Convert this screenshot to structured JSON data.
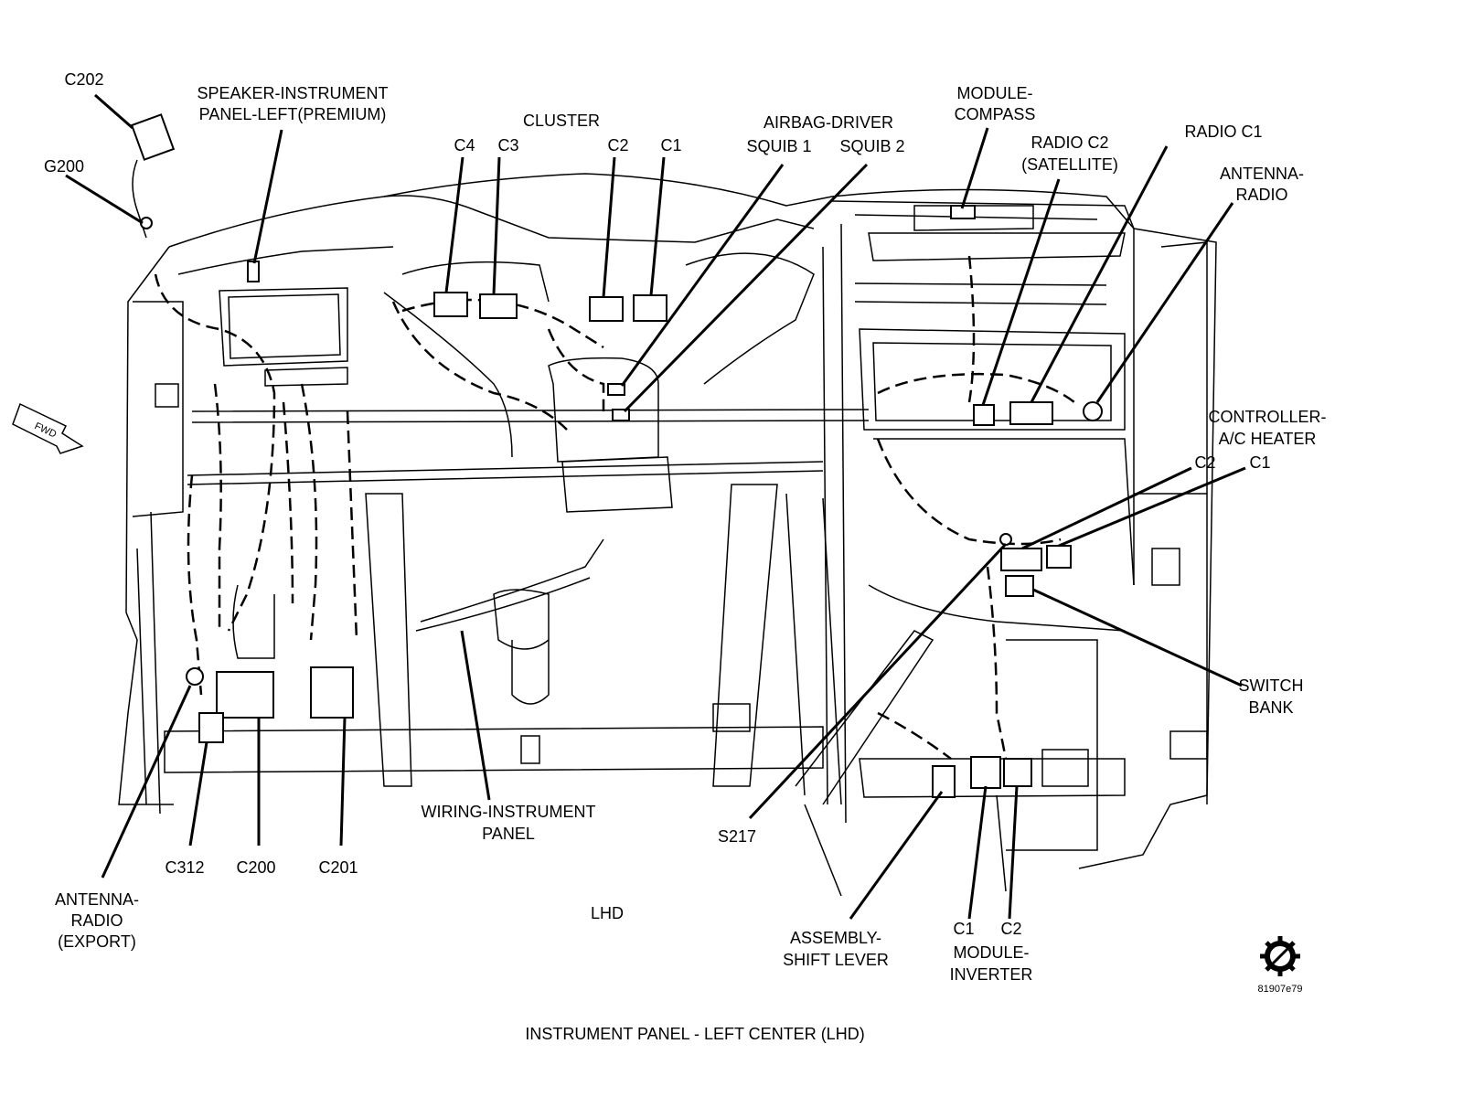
{
  "diagram": {
    "caption": "INSTRUMENT PANEL - LEFT CENTER (LHD)",
    "side_label": "LHD",
    "fwd_label": "FWD",
    "figure_code": "81907e79",
    "labels": {
      "c202": "C202",
      "g200": "G200",
      "speaker_l1": "SPEAKER-INSTRUMENT",
      "speaker_l2": "PANEL-LEFT(PREMIUM)",
      "cluster": "CLUSTER",
      "cluster_c4": "C4",
      "cluster_c3": "C3",
      "cluster_c2": "C2",
      "cluster_c1": "C1",
      "airbag": "AIRBAG-DRIVER",
      "squib1": "SQUIB 1",
      "squib2": "SQUIB 2",
      "compass_l1": "MODULE-",
      "compass_l2": "COMPASS",
      "radio_c2_l1": "RADIO C2",
      "radio_c2_l2": "(SATELLITE)",
      "radio_c1": "RADIO C1",
      "antenna_l1": "ANTENNA-",
      "antenna_l2": "RADIO",
      "controller_l1": "CONTROLLER-",
      "controller_l2": "A/C HEATER",
      "ctrl_c2": "C2",
      "ctrl_c1": "C1",
      "switch_l1": "SWITCH",
      "switch_l2": "BANK",
      "s217": "S217",
      "wiring_l1": "WIRING-INSTRUMENT",
      "wiring_l2": "PANEL",
      "c312": "C312",
      "c200": "C200",
      "c201": "C201",
      "ant_exp_l1": "ANTENNA-",
      "ant_exp_l2": "RADIO",
      "ant_exp_l3": "(EXPORT)",
      "shift_l1": "ASSEMBLY-",
      "shift_l2": "SHIFT LEVER",
      "inv_c1": "C1",
      "inv_c2": "C2",
      "inv_l1": "MODULE-",
      "inv_l2": "INVERTER"
    }
  }
}
